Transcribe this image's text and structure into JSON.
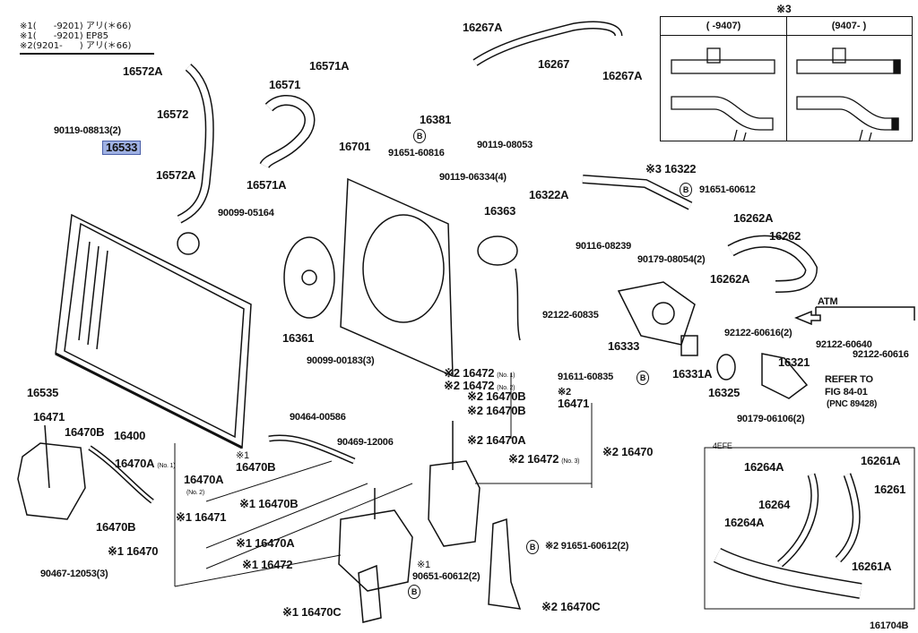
{
  "legend": {
    "lines": [
      "※1(      -9201) アリ(＊66)",
      "※1(      -9201) EP85",
      "※2(9201-      ) アリ(＊66)"
    ]
  },
  "inset": {
    "title": "※3",
    "columns": [
      "(      -9407)",
      "(9407-      )"
    ]
  },
  "highlighted_part": "16533",
  "labels": [
    "16572A",
    "16572",
    "90119-08813(2)",
    "16572A",
    "16571A",
    "16571",
    "16571A",
    "90099-05164",
    "16267A",
    "16267",
    "16267A",
    "16381",
    "91651-60816",
    "90119-08053",
    "16701",
    "90119-06334(4)",
    "16322A",
    "※3 16322",
    "91651-60612",
    "16363",
    "16262A",
    "16262",
    "90116-08239",
    "90179-08054(2)",
    "16262A",
    "ATM",
    "92122-60835",
    "16361",
    "16333",
    "92122-60616(2)",
    "92122-60640",
    "92122-60616",
    "90099-00183(3)",
    "16331A",
    "16321",
    "REFER TO",
    "FIG 84-01",
    "(PNC 89428)",
    "91611-60835",
    "16325",
    "90179-06106(2)",
    "※2 16472",
    "※2 16472",
    "※2 16470B",
    "※2 16470B",
    "※2",
    "16471",
    "90464-00586",
    "※2 16470A",
    "90469-12006",
    "※2 16472",
    "※2 16470",
    "16535",
    "16471",
    "16470B",
    "16400",
    "16470A",
    "16470A",
    "16470B",
    "90467-12053(3)",
    "※1",
    "16470B",
    "※1 16470B",
    "※1 16471",
    "※1 16470",
    "※1 16470A",
    "※1 16472",
    "※1",
    "90651-60612(2)",
    "※2 91651-60612(2)",
    "※1 16470C",
    "※2 16470C",
    "4EFE",
    "16264A",
    "16261A",
    "16264",
    "16261",
    "16264A",
    "16261A",
    "161704B"
  ],
  "sub_labels": [
    "(No. 1)",
    "(No. 2)",
    "(No. 3)",
    "(No. 1)",
    "(No. 2)"
  ],
  "bolt_marker": "B",
  "colors": {
    "highlight": "#9fb1e3",
    "ink": "#111111"
  }
}
